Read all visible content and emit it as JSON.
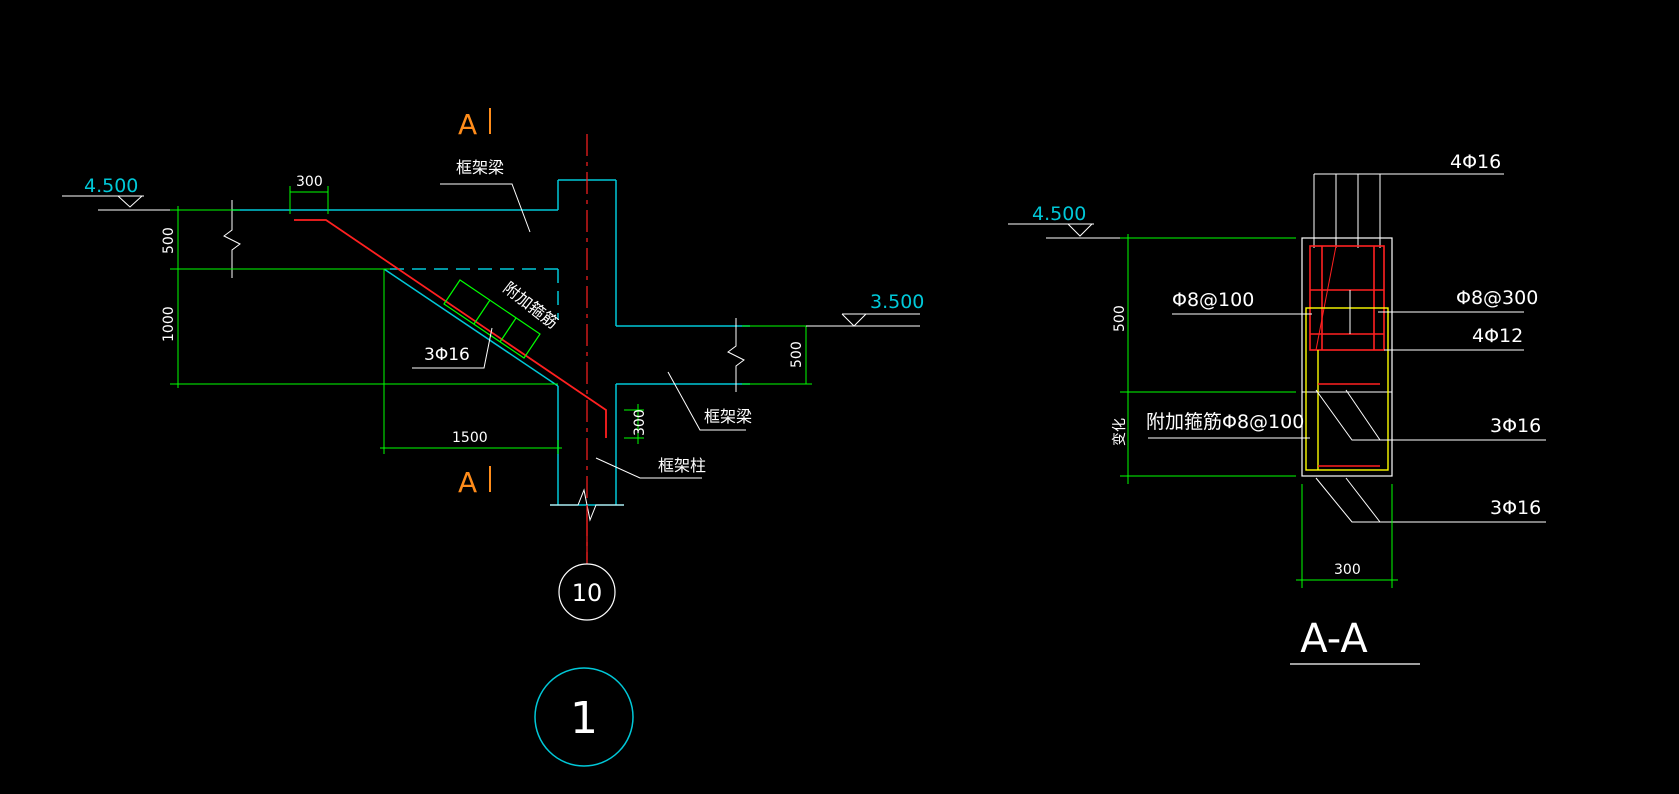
{
  "colors": {
    "background": "#000000",
    "concrete_outline": "#00c8d8",
    "dimension": "#00ff00",
    "rebar": "#ff2020",
    "leader": "#ffffff",
    "elevation": "#00c8d8",
    "section_mark": "#ff8c1a",
    "stirrup": "#ffff00"
  },
  "detail_1": {
    "elevation_top": "4.500",
    "elevation_right": "3.500",
    "dim_300": "300",
    "dim_500_left": "500",
    "dim_1000": "1000",
    "dim_1500": "1500",
    "dim_500_right": "500",
    "dim_300_small": "300",
    "label_frame_beam_top": "框架梁",
    "label_frame_beam_right": "框架梁",
    "label_frame_column": "框架柱",
    "label_extra_stirrup": "附加箍筋",
    "label_rebar": "3Φ16",
    "section_mark_top": "A",
    "section_mark_bottom": "A",
    "axis_number": "10",
    "detail_number": "1"
  },
  "section_aa": {
    "elevation": "4.500",
    "label_top_bars": "4Φ16",
    "label_stirrup_left": "Φ8@100",
    "label_stirrup_right": "Φ8@300",
    "label_side_bars": "4Φ12",
    "label_extra_stirrup": "附加箍筋Φ8@100",
    "label_bottom_bars_1": "3Φ16",
    "label_bottom_bars_2": "3Φ16",
    "dim_500": "500",
    "dim_variable": "变化",
    "dim_width": "300",
    "title": "A-A"
  }
}
